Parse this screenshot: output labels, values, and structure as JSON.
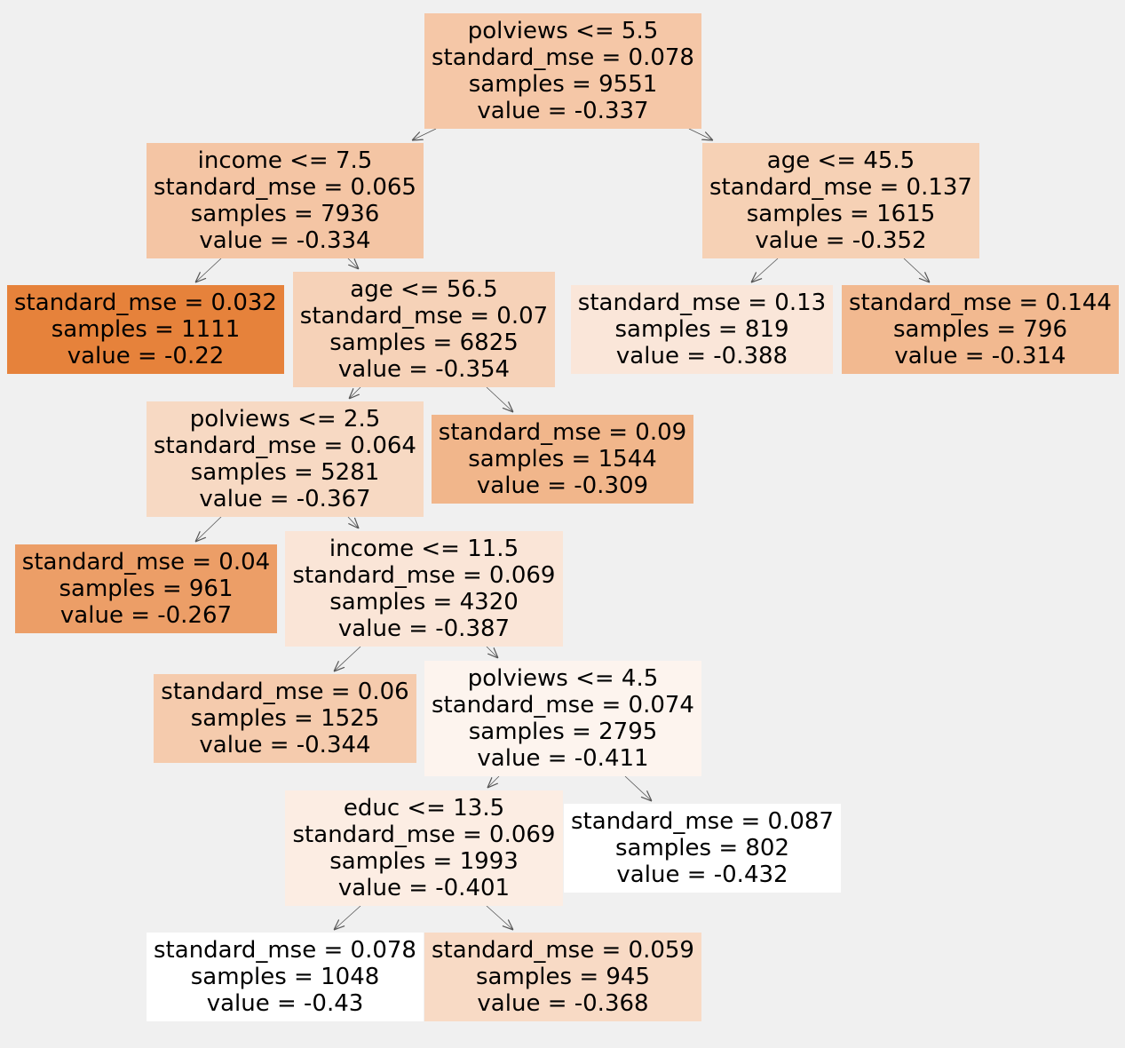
{
  "tree": {
    "nodes": [
      {
        "id": "n0",
        "lines": [
          "polviews <= 5.5",
          "standard_mse = 0.078",
          "samples = 9551",
          "value = -0.337"
        ],
        "fill": "#f5c7a7"
      },
      {
        "id": "n1",
        "lines": [
          "income <= 7.5",
          "standard_mse = 0.065",
          "samples = 7936",
          "value = -0.334"
        ],
        "fill": "#f4c5a4"
      },
      {
        "id": "n2",
        "lines": [
          "age <= 45.5",
          "standard_mse = 0.137",
          "samples = 1615",
          "value = -0.352"
        ],
        "fill": "#f6d1b5"
      },
      {
        "id": "n3",
        "lines": [
          "standard_mse = 0.032",
          "samples = 1111",
          "value = -0.22"
        ],
        "fill": "#e6823b"
      },
      {
        "id": "n4",
        "lines": [
          "age <= 56.5",
          "standard_mse = 0.07",
          "samples = 6825",
          "value = -0.354"
        ],
        "fill": "#f6d2b8"
      },
      {
        "id": "n5",
        "lines": [
          "standard_mse = 0.13",
          "samples = 819",
          "value = -0.388"
        ],
        "fill": "#fae6d9"
      },
      {
        "id": "n6",
        "lines": [
          "standard_mse = 0.144",
          "samples = 796",
          "value = -0.314"
        ],
        "fill": "#f2b990"
      },
      {
        "id": "n7",
        "lines": [
          "polviews <= 2.5",
          "standard_mse = 0.064",
          "samples = 5281",
          "value = -0.367"
        ],
        "fill": "#f7d9c3"
      },
      {
        "id": "n8",
        "lines": [
          "standard_mse = 0.09",
          "samples = 1544",
          "value = -0.309"
        ],
        "fill": "#f1b68b"
      },
      {
        "id": "n9",
        "lines": [
          "standard_mse = 0.04",
          "samples = 961",
          "value = -0.267"
        ],
        "fill": "#ec9e67"
      },
      {
        "id": "n10",
        "lines": [
          "income <= 11.5",
          "standard_mse = 0.069",
          "samples = 4320",
          "value = -0.387"
        ],
        "fill": "#fae5d7"
      },
      {
        "id": "n11",
        "lines": [
          "standard_mse = 0.06",
          "samples = 1525",
          "value = -0.344"
        ],
        "fill": "#f5cbad"
      },
      {
        "id": "n12",
        "lines": [
          "polviews <= 4.5",
          "standard_mse = 0.074",
          "samples = 2795",
          "value = -0.411"
        ],
        "fill": "#fdf4ee"
      },
      {
        "id": "n13",
        "lines": [
          "educ <= 13.5",
          "standard_mse = 0.069",
          "samples = 1993",
          "value = -0.401"
        ],
        "fill": "#fcede3"
      },
      {
        "id": "n14",
        "lines": [
          "standard_mse = 0.087",
          "samples = 802",
          "value = -0.432"
        ],
        "fill": "#ffffff"
      },
      {
        "id": "n15",
        "lines": [
          "standard_mse = 0.078",
          "samples = 1048",
          "value = -0.43"
        ],
        "fill": "#ffffff"
      },
      {
        "id": "n16",
        "lines": [
          "standard_mse = 0.059",
          "samples = 945",
          "value = -0.368"
        ],
        "fill": "#f8dac5"
      }
    ],
    "edges": [
      [
        "n0",
        "n1"
      ],
      [
        "n0",
        "n2"
      ],
      [
        "n1",
        "n3"
      ],
      [
        "n1",
        "n4"
      ],
      [
        "n2",
        "n5"
      ],
      [
        "n2",
        "n6"
      ],
      [
        "n4",
        "n7"
      ],
      [
        "n4",
        "n8"
      ],
      [
        "n7",
        "n9"
      ],
      [
        "n7",
        "n10"
      ],
      [
        "n10",
        "n11"
      ],
      [
        "n10",
        "n12"
      ],
      [
        "n12",
        "n13"
      ],
      [
        "n12",
        "n14"
      ],
      [
        "n13",
        "n15"
      ],
      [
        "n13",
        "n16"
      ]
    ]
  }
}
